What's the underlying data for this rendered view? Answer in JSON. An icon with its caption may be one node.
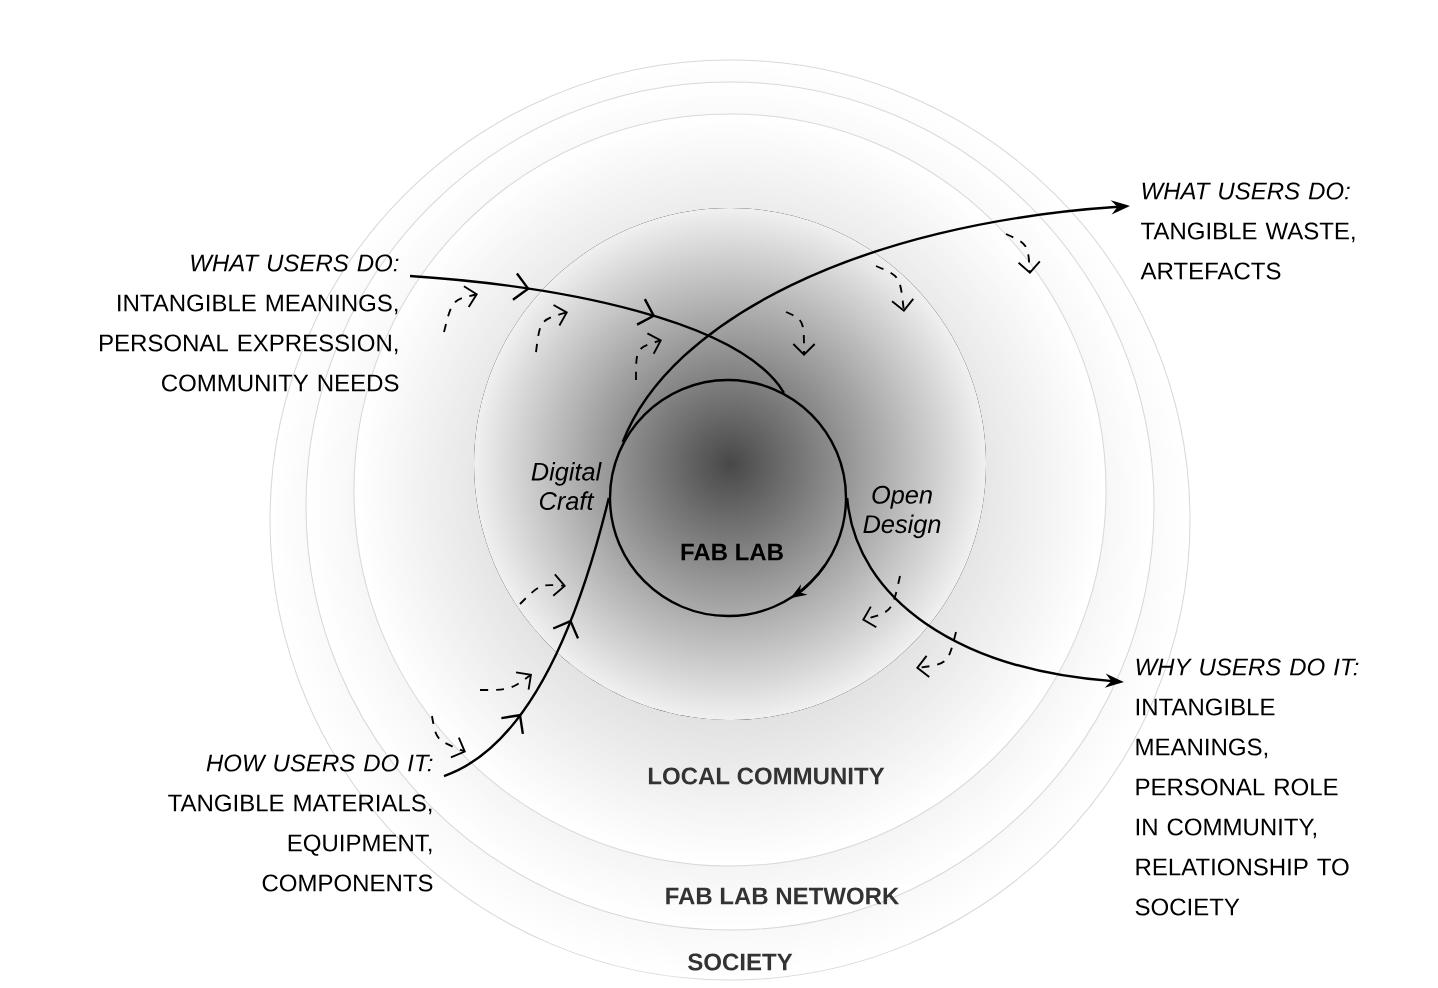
{
  "diagram": {
    "nodes": [
      {
        "text": [
          "SOCIETY"
        ]
      },
      {
        "text": [
          "FAB LAB NETWORK"
        ],
        "in": 0
      },
      {
        "text": [
          "LOCAL COMMUNITY"
        ],
        "in": 1
      },
      {
        "text": [
          "FAB LAB"
        ],
        "in": 2
      },
      {
        "text": [
          "WHAT USERS DO:",
          "INTANGIBLE MEANINGS, PERSONAL EXPRESSION, COMMUNITY NEEDS"
        ]
      },
      {
        "text": [
          "WHAT USERS DO:",
          "TANGIBLE WASTE, ARTEFACTS"
        ]
      },
      {
        "text": [
          "HOW USERS DO IT:",
          "TANGIBLE MATERIALS, EQUIPMENT, COMPONENTS"
        ]
      },
      {
        "text": [
          "WHY USERS DO IT:",
          "INTANGIBLE MEANINGS, PERSONAL ROLE IN COMMUNITY, RELATIONSHIP TO SOCIETY"
        ]
      }
    ],
    "edges": [
      {
        "from": 4,
        "to": 3,
        "arrow": "to"
      },
      {
        "from": 3,
        "to": 5,
        "arrow": "to"
      },
      {
        "from": 6,
        "to": 3,
        "arrow": "to",
        "label": "Digital Craft"
      },
      {
        "from": 3,
        "to": 7,
        "arrow": "to",
        "label": "Open Design"
      }
    ]
  }
}
